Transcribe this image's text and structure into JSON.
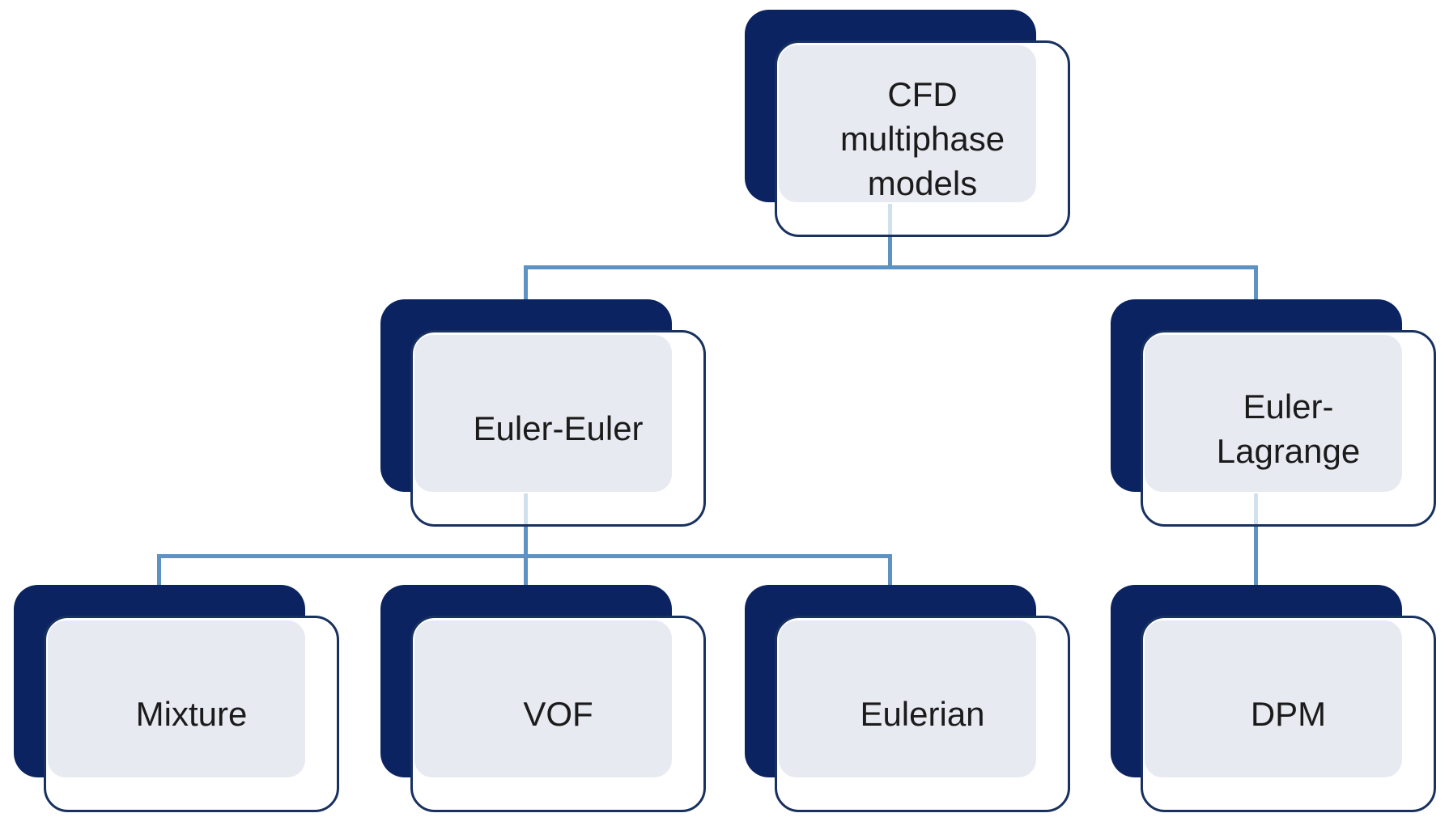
{
  "diagram": {
    "type": "hierarchy",
    "title": "CFD multiphase models",
    "nodes": {
      "root": {
        "label": "CFD multiphase models"
      },
      "ee": {
        "label": "Euler-Euler"
      },
      "el": {
        "label": "Euler-Lagrange"
      },
      "mixture": {
        "label": "Mixture"
      },
      "vof": {
        "label": "VOF"
      },
      "eulerian": {
        "label": "Eulerian"
      },
      "dpm": {
        "label": "DPM"
      }
    },
    "edges": [
      {
        "from": "CFD multiphase models",
        "to": "Euler-Euler"
      },
      {
        "from": "CFD multiphase models",
        "to": "Euler-Lagrange"
      },
      {
        "from": "Euler-Euler",
        "to": "Mixture"
      },
      {
        "from": "Euler-Euler",
        "to": "VOF"
      },
      {
        "from": "Euler-Euler",
        "to": "Eulerian"
      },
      {
        "from": "Euler-Lagrange",
        "to": "DPM"
      }
    ],
    "colors": {
      "navy": "#0b2461",
      "lavender": "#e8eaf2",
      "card-border": "#18315f",
      "line": "#5e92c3",
      "line-faint": "#cfe0ee",
      "text": "#1b1b1b",
      "bg": "#ffffff"
    }
  }
}
